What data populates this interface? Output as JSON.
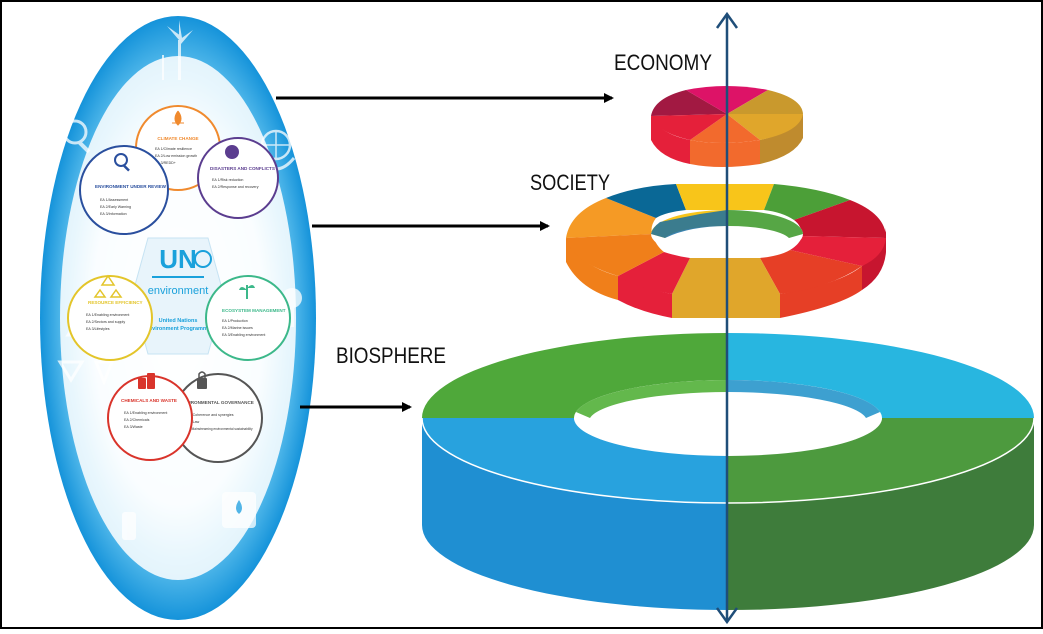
{
  "frame": {
    "border_color": "#000000"
  },
  "un_logo": {
    "title": "UN",
    "subtitle": "environment",
    "caption_line1": "United Nations",
    "caption_line2": "Environment Programme",
    "color": "#1aa1db"
  },
  "sub_programmes": [
    {
      "title": "CLIMATE CHANGE",
      "color": "#f08a2e",
      "icon": "flame-icon",
      "items": [
        "EA 1/Climate resilience",
        "EA 2/Low emission growth",
        "EA 3/REDD+"
      ]
    },
    {
      "title": "DISASTERS AND CONFLICTS",
      "color": "#5b3d8f",
      "icon": "shield-hands-icon",
      "items": [
        "EA 1/Risk reduction",
        "EA 2/Response and recovery"
      ]
    },
    {
      "title": "ECOSYSTEM MANAGEMENT",
      "color": "#3cb88a",
      "icon": "plant-icon",
      "items": [
        "EA 1/Production",
        "EA 2/Marine issues",
        "EA 3/Enabling environment"
      ]
    },
    {
      "title": "ENVIRONMENTAL GOVERNANCE",
      "color": "#555555",
      "icon": "lock-icon",
      "items": [
        "EA 1/Coherence and synergies",
        "EA 2/Law",
        "EA 3/Mainstreaming environmental sustainability"
      ]
    },
    {
      "title": "CHEMICALS AND WASTE",
      "color": "#d9342b",
      "icon": "barrels-icon",
      "items": [
        "EA 1/Enabling environment",
        "EA 2/Chemicals",
        "EA 3/Waste"
      ]
    },
    {
      "title": "RESOURCE EFFICIENCY",
      "color": "#e3c52a",
      "icon": "recycle-icon",
      "items": [
        "EA 1/Enabling environment",
        "EA 2/Sectors and supply",
        "EA 3/Lifestyles"
      ]
    },
    {
      "title": "ENVIRONMENT UNDER REVIEW",
      "color": "#2a4f9e",
      "icon": "magnifier-icon",
      "items": [
        "EA 1/Assessment",
        "EA 2/Early Warning",
        "EA 3/Information"
      ]
    }
  ],
  "tiers": {
    "economy": "ECONOMY",
    "society": "SOCIETY",
    "biosphere": "BIOSPHERE"
  },
  "colors": {
    "ring_blue": "#1e9fe0",
    "axis": "#1f4e79",
    "arrow": "#000000",
    "biosphere_green": "#4fa83a",
    "biosphere_light_blue": "#28b6e0",
    "biosphere_blue": "#1f8fd2",
    "biosphere_dark_green": "#3e7c3b"
  }
}
